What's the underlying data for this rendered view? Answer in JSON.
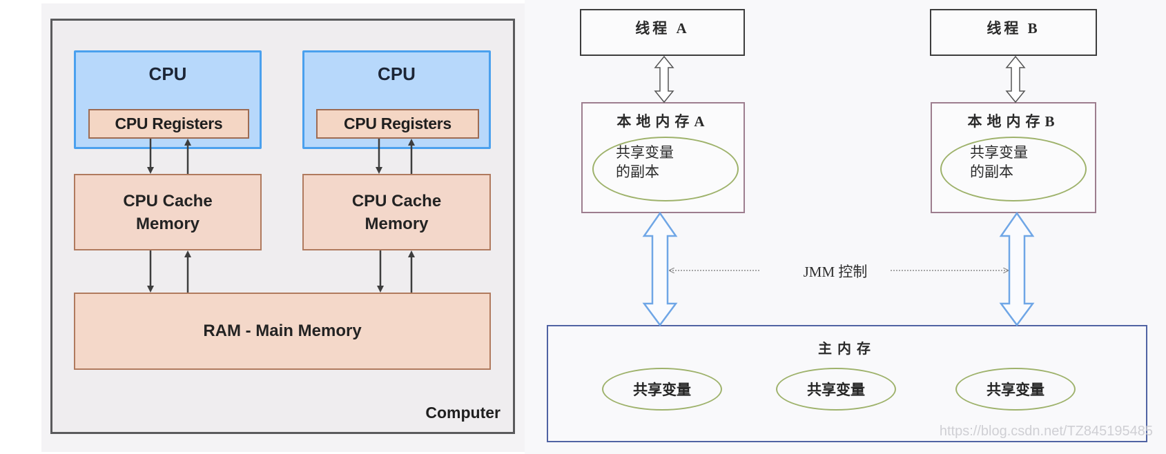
{
  "left_diagram": {
    "title": "Computer",
    "cpus": [
      {
        "label": "CPU",
        "registers": "CPU Registers",
        "cache_line1": "CPU Cache",
        "cache_line2": "Memory"
      },
      {
        "label": "CPU",
        "registers": "CPU Registers",
        "cache_line1": "CPU Cache",
        "cache_line2": "Memory"
      }
    ],
    "ram": "RAM - Main Memory"
  },
  "right_diagram": {
    "threads": [
      {
        "label": "线程 A",
        "local_memory": "本地内存A",
        "copy_line1": "共享变量",
        "copy_line2": "的副本"
      },
      {
        "label": "线程 B",
        "local_memory": "本地内存B",
        "copy_line1": "共享变量",
        "copy_line2": "的副本"
      }
    ],
    "jmm_label": "JMM 控制",
    "main_memory": {
      "title": "主内存",
      "shared_variables": [
        "共享变量",
        "共享变量",
        "共享变量"
      ]
    }
  },
  "colors": {
    "cpu_fill": "#b7d8fb",
    "cpu_border": "#4aa0ee",
    "memory_fill": "#f3d7ca",
    "memory_border": "#b07a5e",
    "ellipse_border": "#9eb26b",
    "main_memory_border": "#5063a3",
    "blue_arrow": "#6fa6e6"
  },
  "watermark": "https://blog.csdn.net/TZ845195485"
}
